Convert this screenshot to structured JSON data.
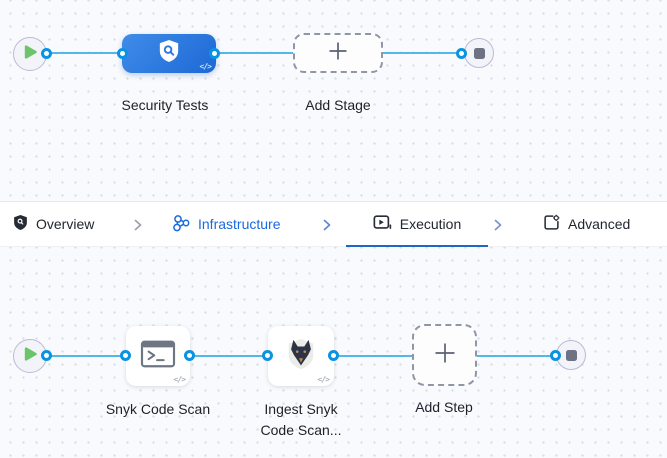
{
  "pipeline_top": {
    "stage_label": "Security Tests",
    "add_stage_label": "Add Stage",
    "code_badge": "</>"
  },
  "tabs": {
    "overview": "Overview",
    "infrastructure": "Infrastructure",
    "execution": "Execution",
    "advanced": "Advanced",
    "active_tab": "Execution"
  },
  "pipeline_bottom": {
    "step1_label": "Snyk Code Scan",
    "step2_label_line1": "Ingest Snyk",
    "step2_label_line2": "Code Scan...",
    "add_step_label": "Add Step",
    "code_badge": "</>"
  },
  "colors": {
    "connector_line": "#55b6ea",
    "connector_dot": "#0a93e2",
    "stage_blue_start": "#3f8ce9",
    "stage_blue_end": "#1d69d5",
    "active_tab_underline": "#2164c4",
    "tab_blue_link": "#1a6ae0",
    "play_green": "#6cc46a",
    "stop_gray": "#6d7382",
    "canvas_bg": "#f9fafd"
  }
}
